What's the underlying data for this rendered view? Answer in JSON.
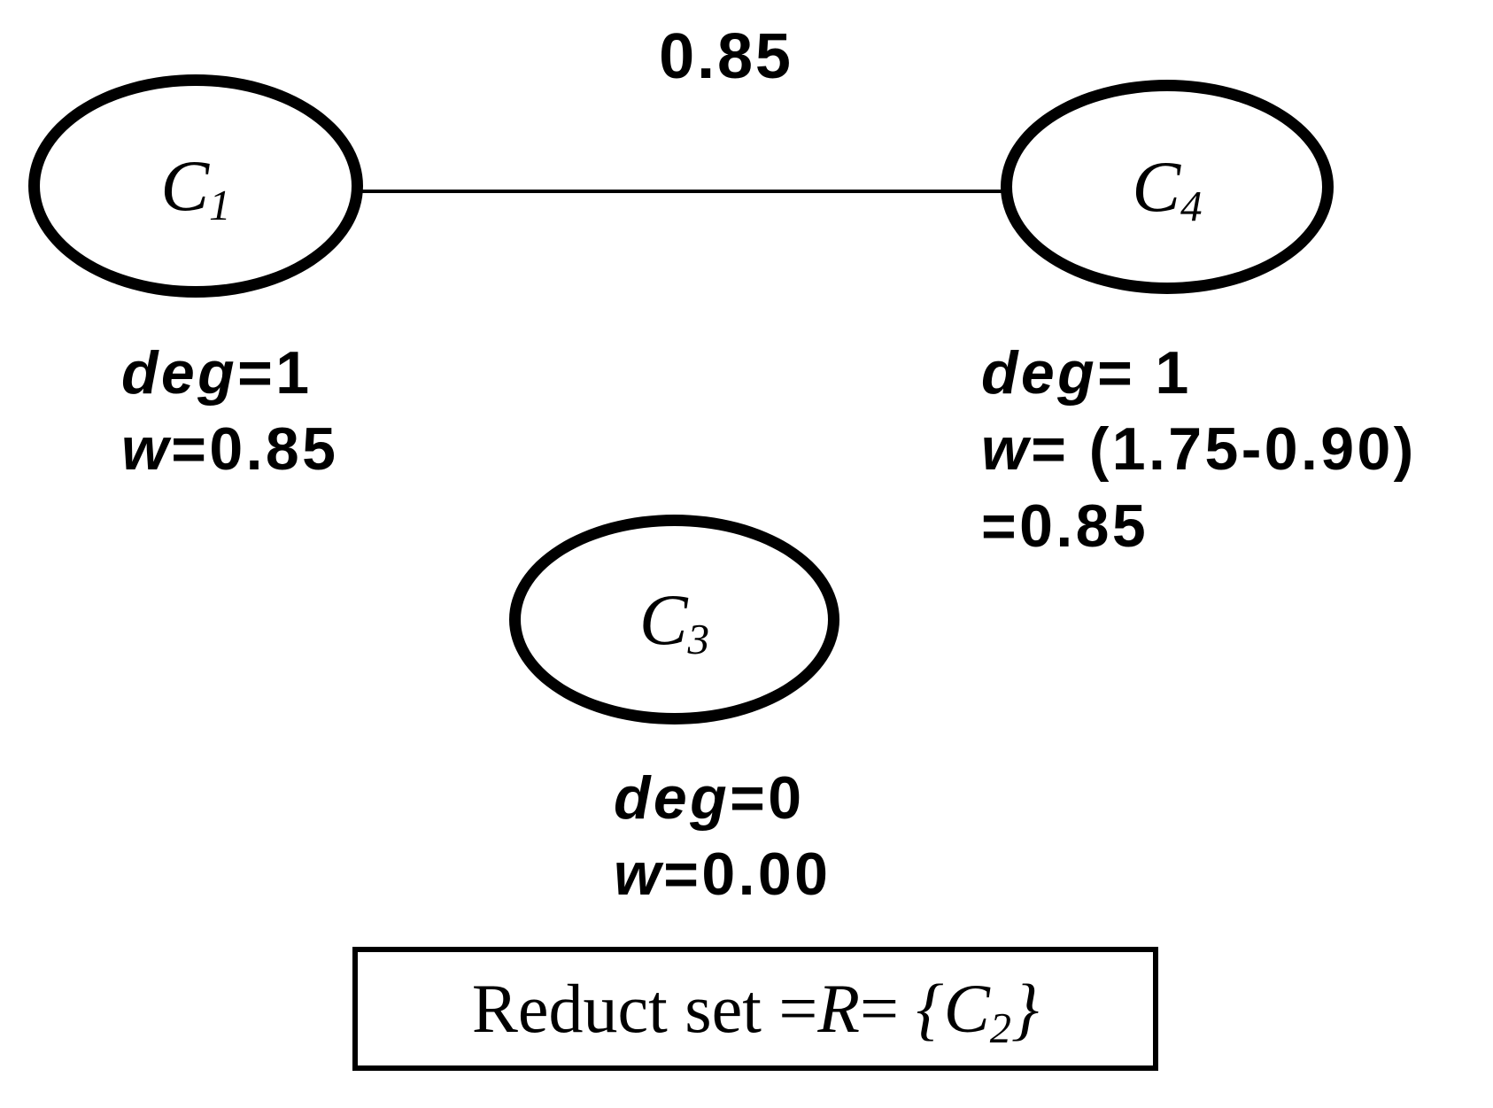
{
  "diagram": {
    "colors": {
      "ink": "#000000",
      "background": "#ffffff"
    },
    "edge": {
      "label": "0.85"
    },
    "nodes": [
      {
        "id": "C1",
        "base": "C",
        "sub": "1"
      },
      {
        "id": "C4",
        "base": "C",
        "sub": "4"
      },
      {
        "id": "C3",
        "base": "C",
        "sub": "3"
      }
    ],
    "annotations": {
      "c1": [
        {
          "var": "deg",
          "rest": "=1"
        },
        {
          "var": "w",
          "rest": "=0.85"
        }
      ],
      "c4": [
        {
          "var": "deg",
          "rest": "= 1"
        },
        {
          "var": "w",
          "rest": "= (1.75-0.90)"
        },
        {
          "var": "",
          "rest": "=0.85"
        }
      ],
      "c3": [
        {
          "var": "deg",
          "rest": "=0"
        },
        {
          "var": "w",
          "rest": "=0.00"
        }
      ]
    },
    "reduct_box": {
      "prefix": "Reduct set =",
      "r": "R",
      "mid": "= ",
      "brace_open": "{",
      "c": "C",
      "sub": "2",
      "brace_close": "}"
    }
  }
}
